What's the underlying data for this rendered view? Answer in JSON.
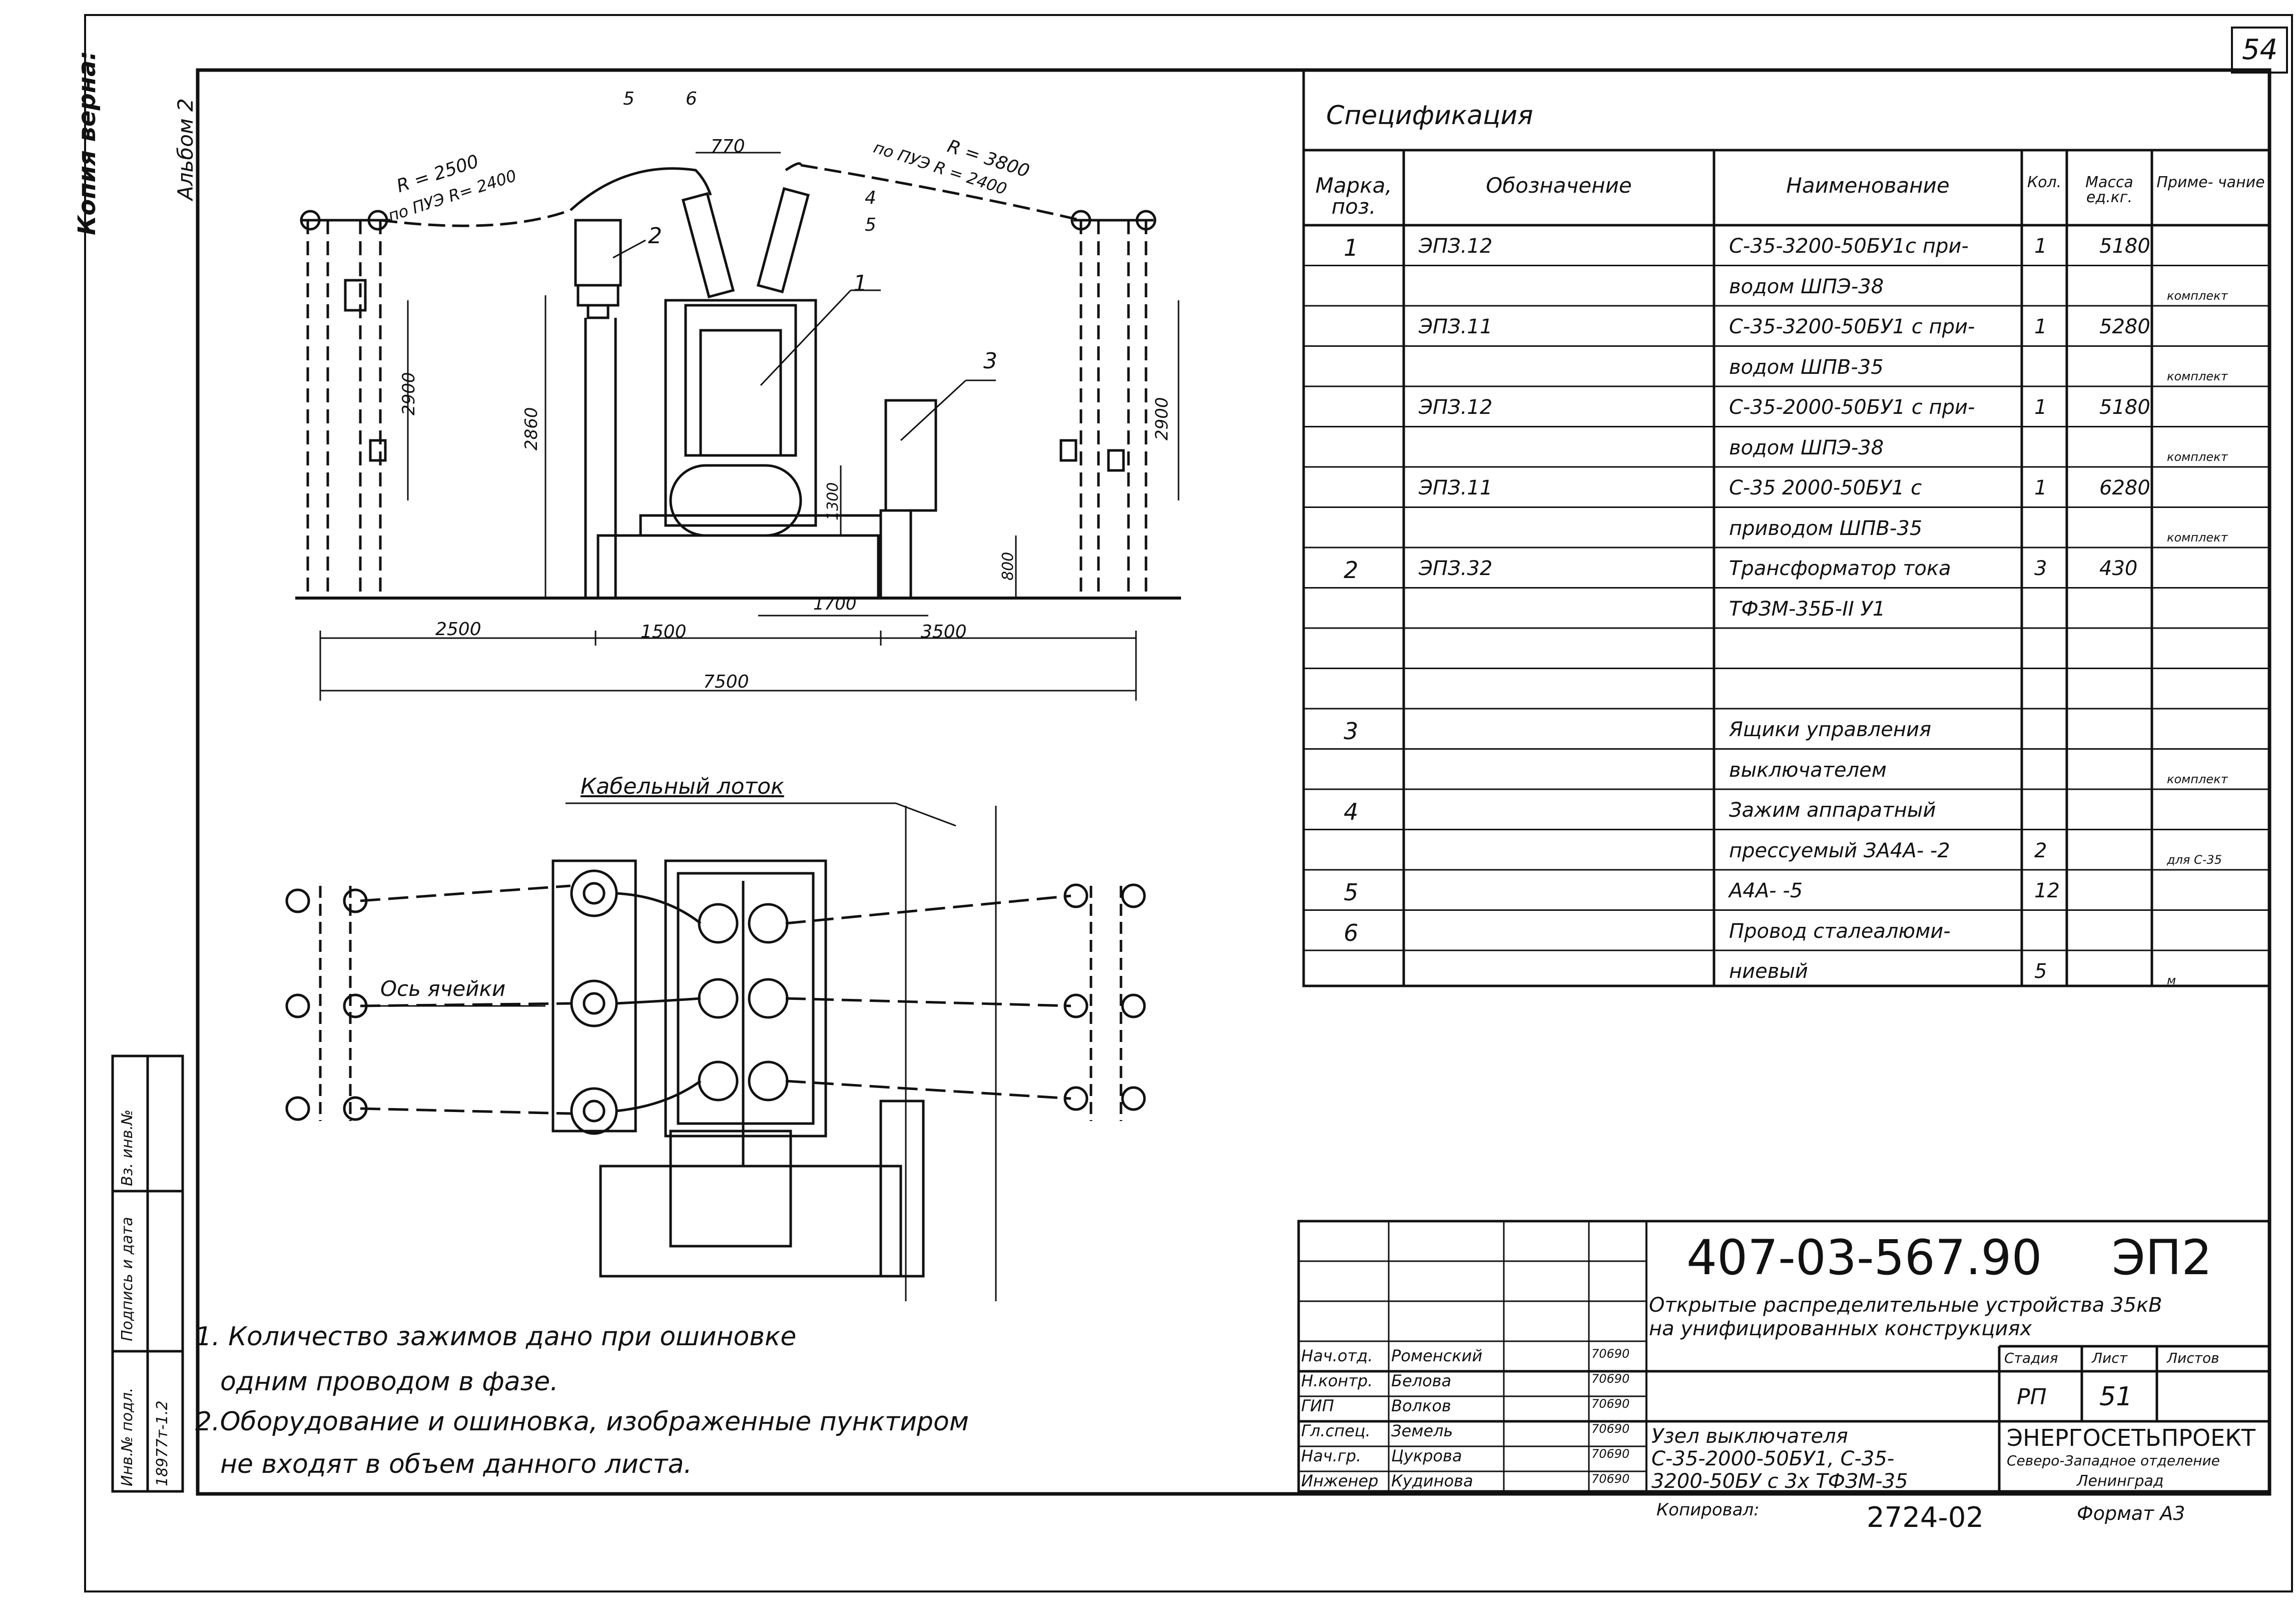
{
  "page": {
    "sheet_corner_number": "54",
    "album_label": "Альбом 2",
    "copy_verified": "Копия верна:"
  },
  "drawing": {
    "dims_top": {
      "r_left": "R = 2500",
      "r_left_pue": "по ПУЭ R= 2400",
      "r_right": "R = 3800",
      "r_right_pue": "по ПУЭ R = 2400",
      "spacing": "770",
      "height_left": "2900",
      "height_left_support": "2860",
      "height_cabinet": "1300",
      "height_box": "800",
      "height_right": "2900",
      "span_1700": "1700",
      "span_2500": "2500",
      "span_1500": "1500",
      "span_3500": "3500",
      "span_total": "7500"
    },
    "callouts": [
      "1",
      "2",
      "3",
      "4",
      "5",
      "5",
      "6"
    ],
    "label_cable_tray": "Кабельный лоток",
    "label_cell_axis": "Ось ячейки"
  },
  "notes": {
    "line1": "1. Количество зажимов дано при ошиновке",
    "line2": "одним проводом   в фазе.",
    "line3": "2.Оборудование и ошиновка, изображенные пунктиром",
    "line4": "не входят в объем данного листа."
  },
  "spec": {
    "title": "Спецификация",
    "headers": [
      "Марка, поз.",
      "Обозначение",
      "Наименование",
      "Кол.",
      "Масса ед.кг.",
      "Приме- чание"
    ],
    "rows": [
      [
        "1",
        "ЭПЗ.12",
        "С-35-3200-50БУ1с при-",
        "1",
        "5180",
        ""
      ],
      [
        "",
        "",
        "водом ШПЭ-38",
        "",
        "",
        "комплект"
      ],
      [
        "",
        "ЭПЗ.11",
        "С-35-3200-50БУ1 с при-",
        "1",
        "5280",
        ""
      ],
      [
        "",
        "",
        "водом ШПВ-35",
        "",
        "",
        "комплект"
      ],
      [
        "",
        "ЭПЗ.12",
        "С-35-2000-50БУ1 с при-",
        "1",
        "5180",
        ""
      ],
      [
        "",
        "",
        "водом ШПЭ-38",
        "",
        "",
        "комплект"
      ],
      [
        "",
        "ЭПЗ.11",
        "С-35 2000-50БУ1 с",
        "1",
        "6280",
        ""
      ],
      [
        "",
        "",
        "приводом ШПВ-35",
        "",
        "",
        "комплект"
      ],
      [
        "2",
        "ЭПЗ.32",
        "Трансформатор тока",
        "3",
        "430",
        ""
      ],
      [
        "",
        "",
        "ТФЗМ-35Б-II У1",
        "",
        "",
        ""
      ],
      [
        "",
        "",
        "",
        "",
        "",
        ""
      ],
      [
        "",
        "",
        "",
        "",
        "",
        ""
      ],
      [
        "3",
        "",
        "Ящики управления",
        "",
        "",
        ""
      ],
      [
        "",
        "",
        "выключателем",
        "",
        "",
        "комплект"
      ],
      [
        "4",
        "",
        "Зажим аппаратный",
        "",
        "",
        ""
      ],
      [
        "",
        "",
        "прессуемый ЗА4А-  -2",
        "2",
        "",
        "для С-35"
      ],
      [
        "5",
        "",
        "А4А-  -5",
        "12",
        "",
        ""
      ],
      [
        "6",
        "",
        "Провод сталеалюми-",
        "",
        "",
        ""
      ],
      [
        "",
        "",
        "ниевый",
        "5",
        "",
        "м"
      ]
    ]
  },
  "side_stamp": [
    "Инв.№ подл.",
    "Подпись и дата",
    "Вз. инв.№"
  ],
  "side_stamp_value": "18977т-1.2",
  "title_block": {
    "doc_code": "407-03-567.90",
    "sheet_code": "ЭП2",
    "project_title_1": "Открытые распределительные устройства 35кВ",
    "project_title_2": "на унифицированных конструкциях",
    "stage_label": "Стадия",
    "sheet_label": "Лист",
    "sheets_label": "Листов",
    "stage": "РП",
    "sheet": "51",
    "drawing_title_1": "Узел выключателя",
    "drawing_title_2": "С-35-2000-50БУ1, С-35-",
    "drawing_title_3": "3200-50БУ с 3х ТФЗМ-35",
    "org_1": "ЭНЕРГОСЕТЬПРОЕКТ",
    "org_2": "Северо-Западное отделение",
    "org_3": "Ленинград",
    "signatures": [
      {
        "role": "Нач.отд.",
        "name": "Роменский",
        "date": "70690"
      },
      {
        "role": "Н.контр.",
        "name": "Белова",
        "date": "70690"
      },
      {
        "role": "ГИП",
        "name": "Волков",
        "date": "70690"
      },
      {
        "role": "Гл.спец.",
        "name": "Земель",
        "date": "70690"
      },
      {
        "role": "Нач.гр.",
        "name": "Цукрова",
        "date": "70690"
      },
      {
        "role": "Инженер",
        "name": "Кудинова",
        "date": "70690"
      }
    ],
    "copied_by": "Копировал:",
    "copy_number": "2724-02",
    "format": "Формат А3"
  },
  "colors": {
    "ink": "#111111",
    "paper": "#ffffff"
  }
}
